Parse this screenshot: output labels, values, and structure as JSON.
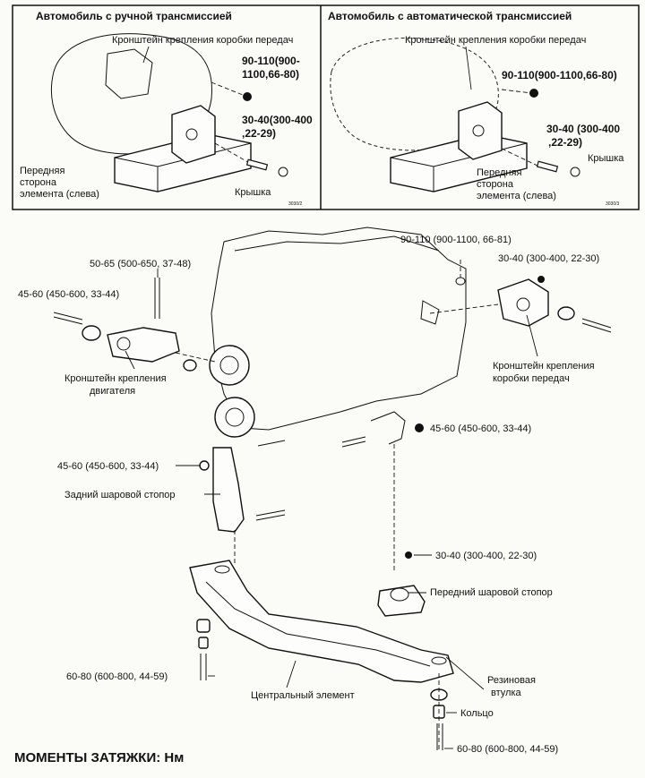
{
  "top_left": {
    "title": "Автомобиль с ручной трансмиссией",
    "bracket_label": "Кронштейн крепления коробки передач",
    "torque_big_1": "90-110(900-",
    "torque_big_2": "1100,66-80)",
    "torque_small_1": "30-40(300-400",
    "torque_small_2": ",22-29)",
    "front_side_1": "Передняя",
    "front_side_2": "сторона",
    "front_side_3": "элемента (слева)",
    "cover": "Крышка",
    "code": "3030/2"
  },
  "top_right": {
    "title": "Автомобиль с автоматической трансмиссией",
    "bracket_label": "Кронштейн крепления коробки передач",
    "torque_big": "90-110(900-1100,66-80)",
    "torque_small_1": "30-40 (300-400",
    "torque_small_2": ",22-29)",
    "cover": "Крышка",
    "front_side_1": "Передняя",
    "front_side_2": "сторона",
    "front_side_3": "элемента (слева)",
    "code": "3030/3"
  },
  "main": {
    "t_90_110": "90-110 (900-1100, 66-81)",
    "t_30_40_top": "30-40 (300-400, 22-30)",
    "t_50_65": "50-65 (500-650, 37-48)",
    "t_45_60_left": "45-60 (450-600, 33-44)",
    "engine_bracket_1": "Кронштейн крепления",
    "engine_bracket_2": "двигателя",
    "gearbox_bracket_1": "Кронштейн крепления",
    "gearbox_bracket_2": "коробки передач",
    "t_45_60_right": "45-60 (450-600, 33-44)",
    "t_45_60_mid": "45-60 (450-600, 33-44)",
    "rear_mount": "Задний шаровой стопор",
    "t_30_40_bottom": "30-40 (300-400, 22-30)",
    "front_mount": "Передний шаровой стопор",
    "t_60_80_left": "60-80 (600-800, 44-59)",
    "center_member": "Центральный элемент",
    "rubber_1": "Резиновая",
    "rubber_2": "втулка",
    "ring": "Кольцо",
    "t_60_80_right": "60-80 (600-800, 44-59)"
  },
  "footer": {
    "title": "МОМЕНТЫ ЗАТЯЖКИ: Нм"
  }
}
